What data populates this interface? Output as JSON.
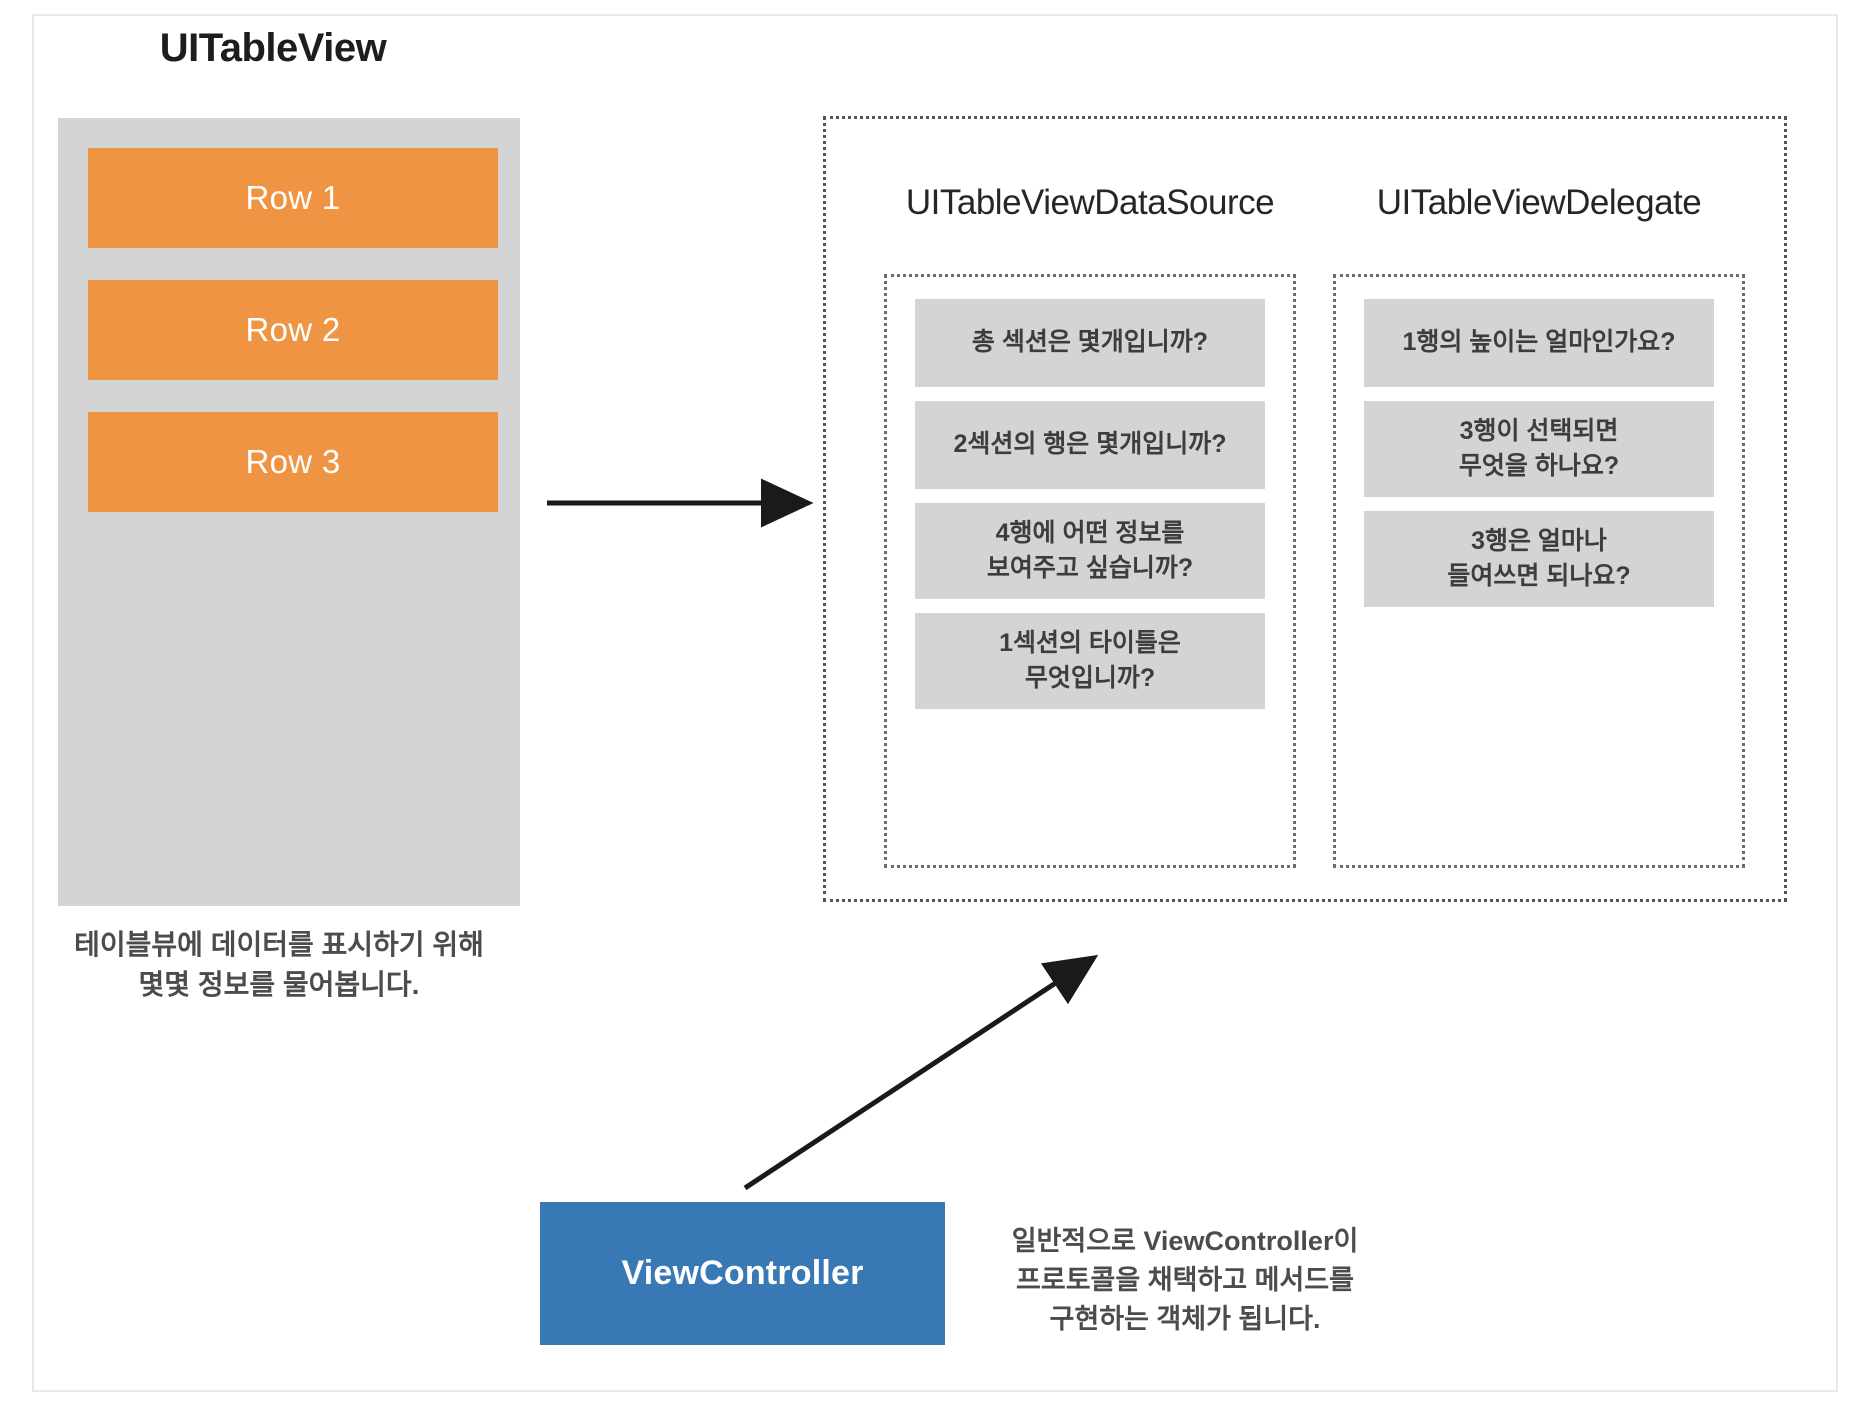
{
  "tableview": {
    "title": "UITableView",
    "rows": [
      {
        "label": "Row 1"
      },
      {
        "label": "Row 2"
      },
      {
        "label": "Row 3"
      }
    ],
    "caption": "테이블뷰에 데이터를 표시하기 위해\n몇몇 정보를 물어봅니다."
  },
  "protocols": {
    "datasource": {
      "title": "UITableViewDataSource",
      "methods": [
        {
          "text": "총 섹션은 몇개입니까?"
        },
        {
          "text": "2섹션의 행은 몇개입니까?"
        },
        {
          "text": "4행에 어떤 정보를\n보여주고 싶습니까?"
        },
        {
          "text": "1섹션의 타이틀은\n무엇입니까?"
        }
      ]
    },
    "delegate": {
      "title": "UITableViewDelegate",
      "methods": [
        {
          "text": "1행의 높이는 얼마인가요?"
        },
        {
          "text": "3행이 선택되면\n무엇을 하나요?"
        },
        {
          "text": "3행은 얼마나\n들여쓰면 되나요?"
        }
      ]
    }
  },
  "viewcontroller": {
    "label": "ViewController",
    "caption": "일반적으로 ViewController이\n프로토콜을 채택하고 메서드를\n구현하는 객체가 됩니다."
  },
  "arrows": {
    "tableview_to_protocols": "arrow-right-icon",
    "viewcontroller_to_protocols": "arrow-diagonal-icon"
  },
  "colors": {
    "row_orange": "#ef9442",
    "panel_gray": "#d4d4d4",
    "chip_gray": "#d4d4d4",
    "viewcontroller_blue": "#3778b5",
    "arrow_black": "#1a1a1a"
  }
}
